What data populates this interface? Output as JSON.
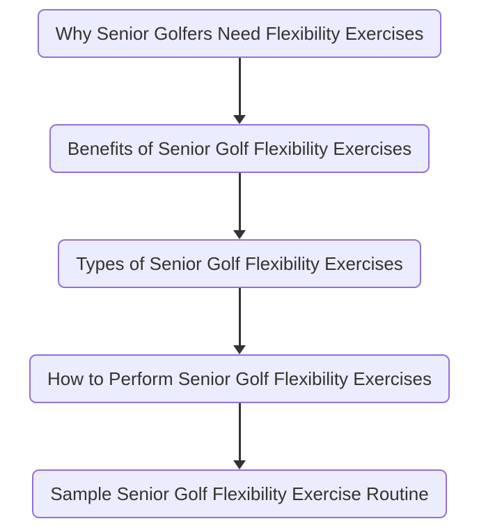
{
  "diagram": {
    "type": "flowchart",
    "direction": "top-down",
    "nodes": [
      {
        "id": "n1",
        "label": "Why Senior Golfers Need Flexibility Exercises"
      },
      {
        "id": "n2",
        "label": "Benefits of Senior Golf Flexibility Exercises"
      },
      {
        "id": "n3",
        "label": "Types of Senior Golf Flexibility Exercises"
      },
      {
        "id": "n4",
        "label": "How to Perform Senior Golf Flexibility Exercises"
      },
      {
        "id": "n5",
        "label": "Sample Senior Golf Flexibility Exercise Routine"
      }
    ],
    "edges": [
      {
        "from": "n1",
        "to": "n2"
      },
      {
        "from": "n2",
        "to": "n3"
      },
      {
        "from": "n3",
        "to": "n4"
      },
      {
        "from": "n4",
        "to": "n5"
      }
    ],
    "colors": {
      "node_fill": "#ECECFF",
      "node_border": "#9370DB",
      "text_color": "#333333",
      "arrow_color": "#333333",
      "background": "#FFFFFF"
    }
  }
}
